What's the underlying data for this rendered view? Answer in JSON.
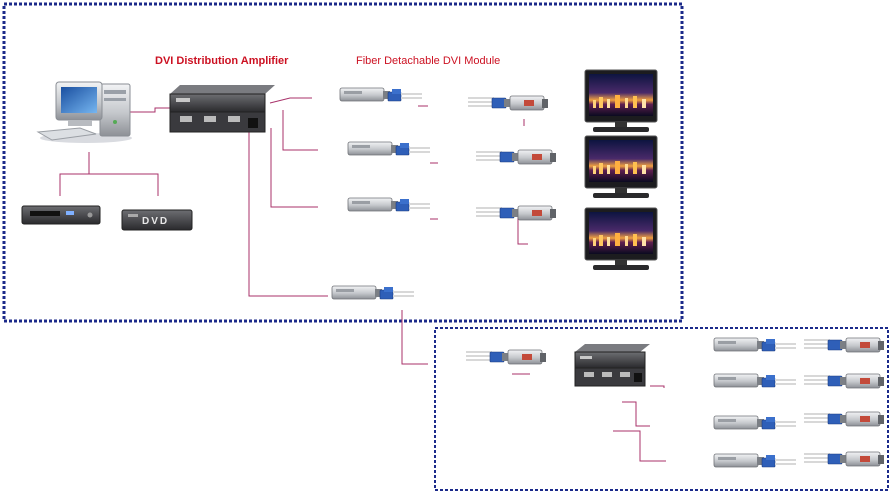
{
  "labels": {
    "amplifier": "DVI Distribution Amplifier",
    "module": "Fiber Detachable DVI Module",
    "dvd_player_text": "DVD"
  },
  "colors": {
    "frame_border": "#1b2a8a",
    "wire": "#a8326a",
    "label_text": "#cc1122",
    "device_dark": "#3a3a3e",
    "device_silver": "#c9ccd0",
    "connector_blue": "#2f5fb8"
  },
  "icons": {
    "computer": "desktop-pc-icon",
    "vcr": "vcr-icon",
    "dvd": "dvd-player-icon",
    "amplifier": "dvi-distribution-amplifier-icon",
    "module": "fiber-dvi-module-icon",
    "monitor": "flat-panel-monitor-icon"
  }
}
